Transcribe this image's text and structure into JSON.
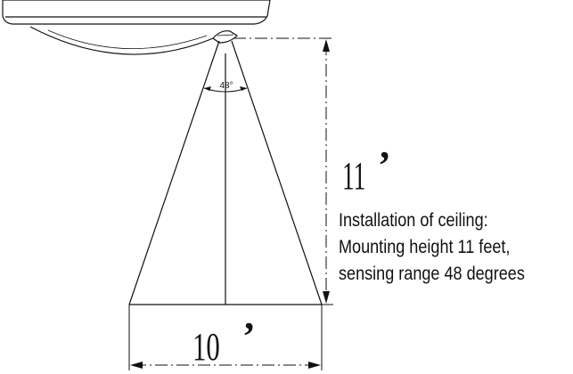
{
  "diagram": {
    "angle_label": "48°",
    "height_label": "11",
    "height_mark": "’",
    "width_label": "10",
    "width_mark": "’",
    "caption": {
      "line1": "Installation of ceiling:",
      "line2": "Mounting height 11 feet,",
      "line3": "sensing range 48 degrees"
    }
  }
}
